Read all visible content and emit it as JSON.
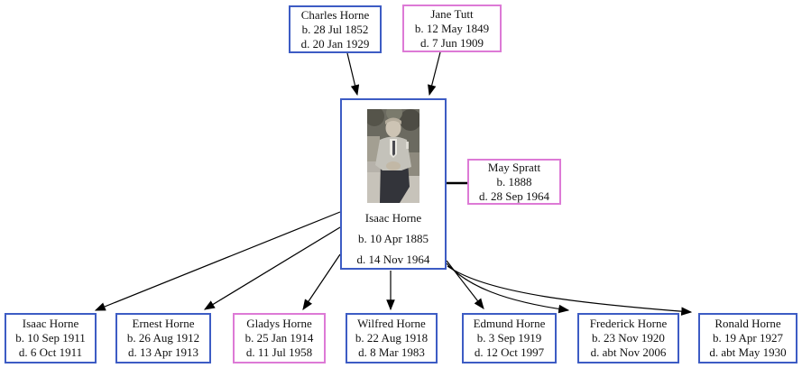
{
  "diagram": {
    "kind": "family-tree",
    "colors": {
      "male_border": "#3d5cc4",
      "female_border": "#dd7ad6",
      "edge_line": "#000000",
      "background": "#ffffff"
    },
    "nodes": {
      "father": {
        "name": "Charles Horne",
        "birth": "b. 28 Jul 1852",
        "death": "d. 20 Jan 1929",
        "sex": "male"
      },
      "mother": {
        "name": "Jane Tutt",
        "birth": "b. 12 May 1849",
        "death": "d. 7 Jun 1909",
        "sex": "female"
      },
      "subject": {
        "name": "Isaac Horne",
        "birth": "b. 10 Apr 1885",
        "death": "d. 14 Nov 1964",
        "sex": "male",
        "photo_description": "black-and-white photograph of a balding man in a light suit, seated"
      },
      "spouse": {
        "name": "May Spratt",
        "birth": "b. 1888",
        "death": "d. 28 Sep 1964",
        "sex": "female"
      },
      "children": [
        {
          "name": "Isaac Horne",
          "birth": "b. 10 Sep 1911",
          "death": "d. 6 Oct 1911",
          "sex": "male"
        },
        {
          "name": "Ernest Horne",
          "birth": "b. 26 Aug 1912",
          "death": "d. 13 Apr 1913",
          "sex": "male"
        },
        {
          "name": "Gladys Horne",
          "birth": "b. 25 Jan 1914",
          "death": "d. 11 Jul 1958",
          "sex": "female"
        },
        {
          "name": "Wilfred Horne",
          "birth": "b. 22 Aug 1918",
          "death": "d. 8 Mar 1983",
          "sex": "male"
        },
        {
          "name": "Edmund Horne",
          "birth": "b. 3 Sep 1919",
          "death": "d. 12 Oct 1997",
          "sex": "male"
        },
        {
          "name": "Frederick Horne",
          "birth": "b. 23 Nov 1920",
          "death": "d. abt Nov 2006",
          "sex": "male"
        },
        {
          "name": "Ronald Horne",
          "birth": "b. 19 Apr 1927",
          "death": "d. abt May 1930",
          "sex": "male"
        }
      ]
    },
    "edges": [
      {
        "from": "Charles Horne",
        "to": "Isaac Horne (1885)",
        "type": "parent-arrow"
      },
      {
        "from": "Jane Tutt",
        "to": "Isaac Horne (1885)",
        "type": "parent-arrow"
      },
      {
        "from": "Isaac Horne (1885)",
        "to": "May Spratt",
        "type": "spouse-line"
      },
      {
        "from": "Isaac Horne (1885)",
        "to": "Isaac Horne (1911)",
        "type": "child-arrow"
      },
      {
        "from": "Isaac Horne (1885)",
        "to": "Ernest Horne",
        "type": "child-arrow"
      },
      {
        "from": "Isaac Horne (1885)",
        "to": "Gladys Horne",
        "type": "child-arrow"
      },
      {
        "from": "Isaac Horne (1885)",
        "to": "Wilfred Horne",
        "type": "child-arrow"
      },
      {
        "from": "Isaac Horne (1885)",
        "to": "Edmund Horne",
        "type": "child-arrow"
      },
      {
        "from": "Isaac Horne (1885)",
        "to": "Frederick Horne",
        "type": "child-arrow"
      },
      {
        "from": "Isaac Horne (1885)",
        "to": "Ronald Horne",
        "type": "child-arrow"
      }
    ]
  }
}
